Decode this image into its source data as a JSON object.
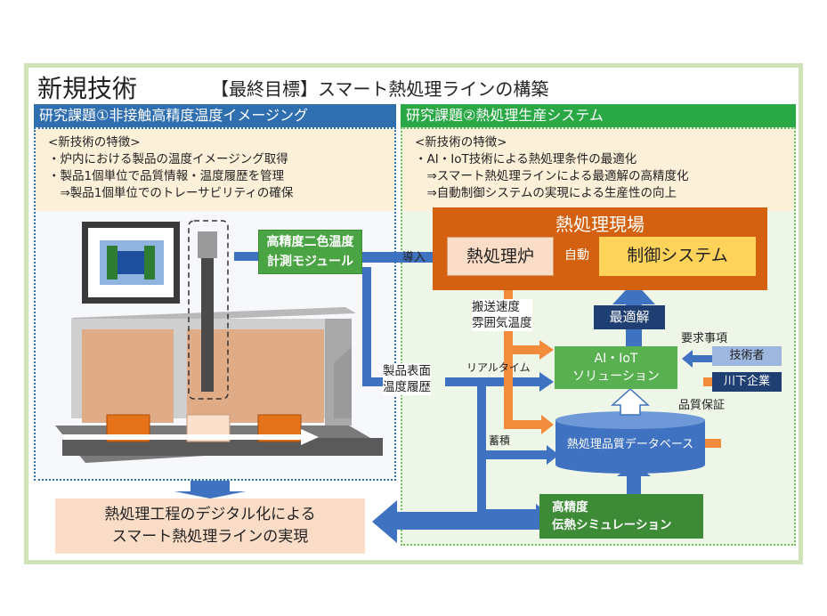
{
  "title": {
    "main": "新規技術",
    "goal": "【最終目標】スマート熱処理ラインの構築"
  },
  "topic1": {
    "header": "研究課題①非接触高精度温度イメージング",
    "features": [
      "<新技術の特徴>",
      "・炉内における製品の温度イメージング取得",
      "・製品1個単位で品質情報・温度履歴を管理",
      "　⇒製品1個単位でのトレーサビリティの確保"
    ]
  },
  "topic2": {
    "header": "研究課題②熱処理生産システム",
    "features": [
      "<新技術の特徴>",
      "・AI・IoT技術による熱処理条件の最適化",
      "　⇒スマート熱処理ラインによる最適解の高精度化",
      "　⇒自動制御システムの実現による生産性の向上"
    ]
  },
  "module": {
    "line1": "高精度二色温度",
    "line2": "計測モジュール"
  },
  "labels": {
    "introduce": "導入",
    "auto": "自動",
    "transport1": "搬送速度",
    "transport2": "雰囲気温度",
    "surface1": "製品表面",
    "surface2": "温度履歴",
    "realtime": "リアルタイム",
    "accumulate": "蓄積",
    "requirements": "要求事項",
    "quality": "品質保証"
  },
  "site": {
    "title": "熱処理現場",
    "furnace": "熱処理炉",
    "control": "制御システム"
  },
  "optimal": "最適解",
  "ai": {
    "line1": "AI・IoT",
    "line2": "ソリューション"
  },
  "engineer": "技術者",
  "downstream": "川下企業",
  "database": "熱処理品質データベース",
  "simulation": {
    "line1": "高精度",
    "line2": "伝熱シミュレーション"
  },
  "result": {
    "line1": "熱処理工程のデジタル化による",
    "line2": "スマート熱処理ラインの実現"
  },
  "colors": {
    "blue": "#2f6fb0",
    "green": "#2aa845",
    "orange": "#d4610f",
    "navy": "#1f3f72",
    "arrow_blue": "#3f72c0",
    "arrow_orange": "#f28c3c"
  }
}
